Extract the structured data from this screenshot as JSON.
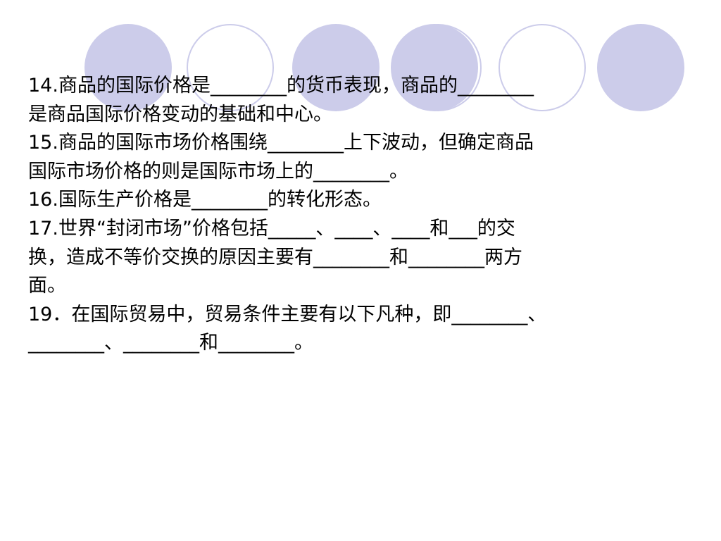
{
  "slide": {
    "colors": {
      "circle_fill": "#ccccea",
      "circle_outline": "#ccccea",
      "text": "#000000",
      "background": "#ffffff"
    },
    "decoration_icons": [
      "circle-filled",
      "circle-outline",
      "circle-filled",
      "circle-outline",
      "circle-filled",
      "circle-outline",
      "circle-filled"
    ]
  },
  "questions": [
    {
      "line1": "14.商品的国际价格是________的货币表现，商品的________",
      "line2": "是商品国际价格变动的基础和中心。"
    },
    {
      "line1": "15.商品的国际市场价格围绕________上下波动，但确定商品",
      "line2": "国际市场价格的则是国际市场上的________。"
    },
    {
      "line1": "16.国际生产价格是________的转化形态。"
    },
    {
      "line1": "17.世界“封闭市场”价格包括_____、____、____和___的交",
      "line2": "换，造成不等价交换的原因主要有________和________两方",
      "line3": "面。"
    },
    {
      "line1": "19．在国际贸易中，贸易条件主要有以下凡种，即________、",
      "line2": "________、________和________。"
    }
  ]
}
